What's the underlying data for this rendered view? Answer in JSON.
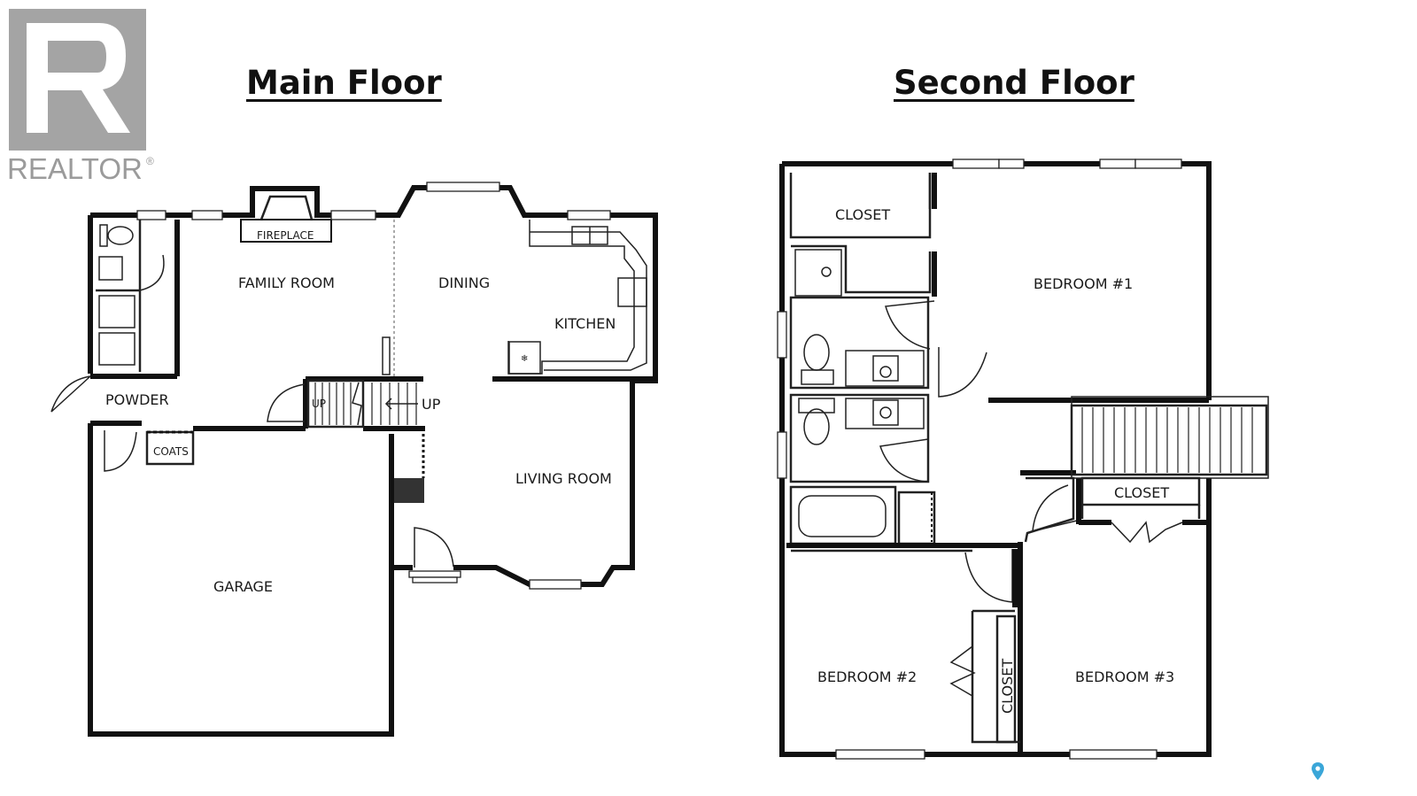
{
  "brand": {
    "logo_text": "REALTOR",
    "registered_mark": "®",
    "logo_color": "#a4a4a4"
  },
  "main_floor": {
    "title": "Main Floor",
    "rooms": {
      "family_room": "FAMILY ROOM",
      "dining": "DINING",
      "kitchen": "KITCHEN",
      "fireplace": "FIREPLACE",
      "powder": "POWDER",
      "coats": "COATS",
      "up_left": "UP",
      "up_right": "UP",
      "living_room": "LIVING ROOM",
      "garage": "GARAGE"
    }
  },
  "second_floor": {
    "title": "Second Floor",
    "rooms": {
      "closet_top": "CLOSET",
      "bedroom_1": "BEDROOM #1",
      "closet_right": "CLOSET",
      "bedroom_2": "BEDROOM #2",
      "closet_vertical": "CLOSET",
      "bedroom_3": "BEDROOM #3"
    }
  },
  "map_pin": {
    "icon": "map-pin-icon",
    "color": "#3aa6d8"
  }
}
